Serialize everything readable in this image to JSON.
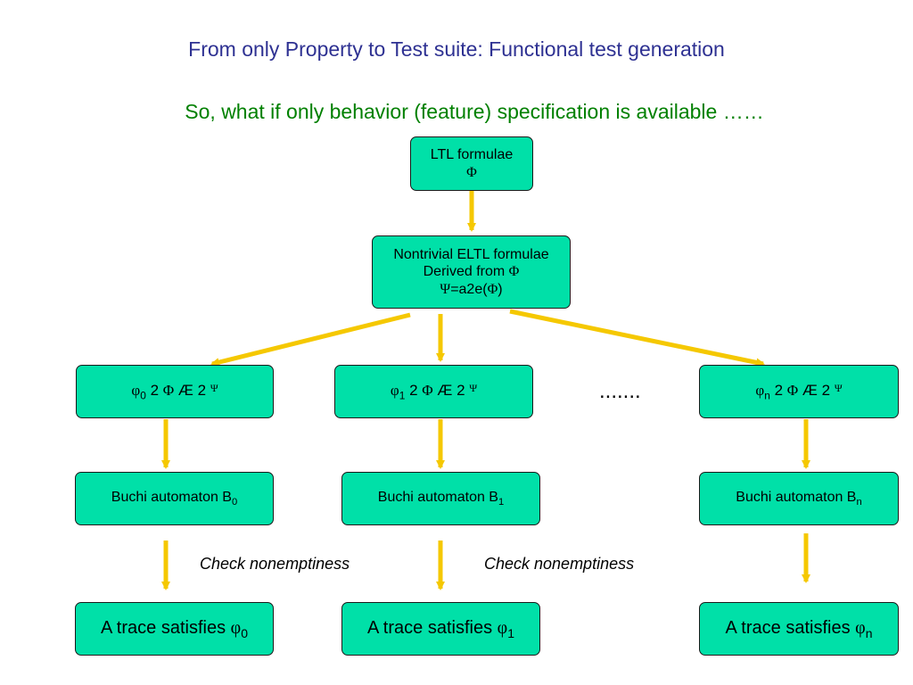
{
  "title": "From only Property to Test suite: Functional test generation",
  "subtitle": "So, what if only behavior (feature) specification is available ……",
  "colors": {
    "title": "#2e3192",
    "subtitle": "#008000",
    "box_fill": "#00e0a8",
    "arrow": "#f5c800"
  },
  "ltl_box": {
    "line1": "LTL formulae",
    "line2": "Φ"
  },
  "eltl_box": {
    "line1": "Nontrivial ELTL formulae",
    "line2_prefix": "Derived from ",
    "line2_sym": "Φ",
    "line3_sym": "Ψ",
    "line3_text": "=a2e(",
    "line3_sym2": "Φ",
    "line3_close": ")"
  },
  "phi_boxes": [
    {
      "sym": "φ",
      "sub": "0",
      "rest_a": " 2 ",
      "phi": "Φ",
      "rest_b": " Æ 2 ",
      "psi": "Ψ"
    },
    {
      "sym": "φ",
      "sub": "1",
      "rest_a": " 2 ",
      "phi": "Φ",
      "rest_b": " Æ 2 ",
      "psi": "Ψ"
    },
    {
      "sym": "φ",
      "sub": "n",
      "rest_a": " 2 ",
      "phi": "Φ",
      "rest_b": " Æ 2 ",
      "psi": "Ψ"
    }
  ],
  "ellipsis": ".......",
  "buchi_boxes": [
    {
      "text": "Buchi automaton B",
      "sub": "0"
    },
    {
      "text": "Buchi automaton B",
      "sub": "1"
    },
    {
      "text": "Buchi automaton B",
      "sub": "n"
    }
  ],
  "check_notes": [
    "Check nonemptiness",
    "Check nonemptiness"
  ],
  "trace_boxes": [
    {
      "text": "A trace satisfies ",
      "sym": "φ",
      "sub": "0"
    },
    {
      "text": "A trace satisfies ",
      "sym": "φ",
      "sub": "1"
    },
    {
      "text": "A trace satisfies ",
      "sym": "φ",
      "sub": "n"
    }
  ]
}
